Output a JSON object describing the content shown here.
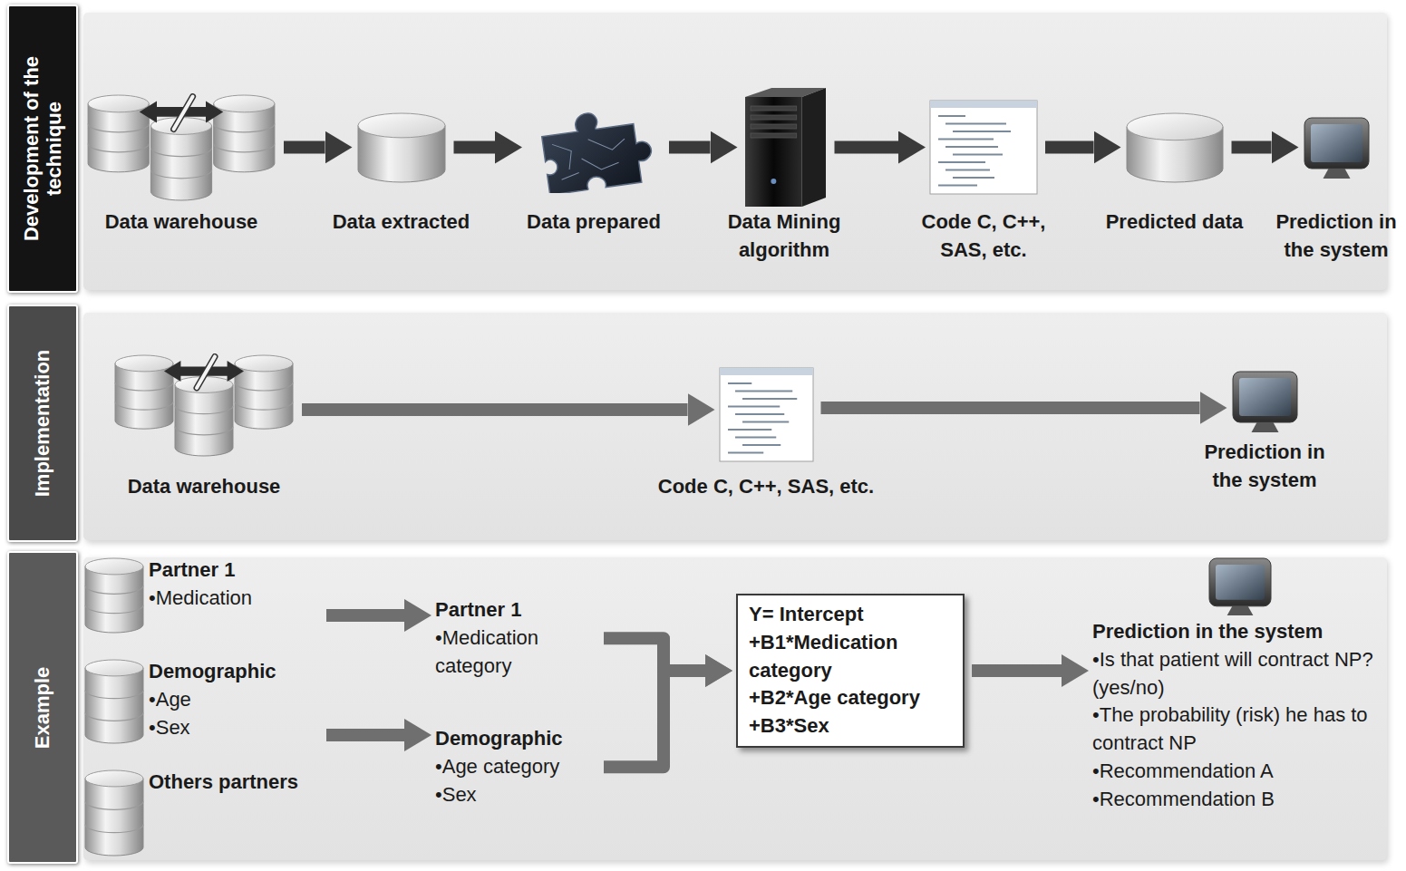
{
  "diagram": {
    "nodes": [
      {
        "text": [
          "Development of the technique"
        ]
      },
      {
        "text": [
          "Data warehouse"
        ],
        "in": 0
      },
      {
        "text": [
          "Data extracted"
        ],
        "in": 0
      },
      {
        "text": [
          "Data prepared"
        ],
        "in": 0
      },
      {
        "text": [
          "Data Mining algorithm"
        ],
        "in": 0
      },
      {
        "text": [
          "Code C, C++, SAS, etc."
        ],
        "in": 0
      },
      {
        "text": [
          "Predicted data"
        ],
        "in": 0
      },
      {
        "text": [
          "Prediction in the system"
        ],
        "in": 0
      },
      {
        "text": [
          "Implementation"
        ]
      },
      {
        "text": [
          "Data warehouse"
        ],
        "in": 8
      },
      {
        "text": [
          "Code C, C++, SAS, etc."
        ],
        "in": 8
      },
      {
        "text": [
          "Prediction in the system"
        ],
        "in": 8
      },
      {
        "text": [
          "Example"
        ]
      },
      {
        "text": [
          "Partner 1",
          "•Medication"
        ],
        "in": 12
      },
      {
        "text": [
          "Demographic",
          "•Age",
          "•Sex"
        ],
        "in": 12
      },
      {
        "text": [
          "Others partners"
        ],
        "in": 12
      },
      {
        "text": [
          "Partner 1",
          "•Medication category"
        ],
        "in": 12
      },
      {
        "text": [
          "Demographic",
          "•Age category",
          "•Sex"
        ],
        "in": 12
      },
      {
        "text": [
          "Y= Intercept",
          "+B1*Medication category",
          "+B2*Age category",
          "+B3*Sex"
        ],
        "in": 12
      },
      {
        "text": [
          "Prediction in the system",
          "•Is that patient will contract NP? (yes/no)",
          "•The probability (risk) he has to contract NP",
          "•Recommendation A",
          "•Recommendation B"
        ],
        "in": 12
      }
    ],
    "edges": [
      {
        "from": 1,
        "to": 2,
        "arrow": "to"
      },
      {
        "from": 2,
        "to": 3,
        "arrow": "to"
      },
      {
        "from": 3,
        "to": 4,
        "arrow": "to"
      },
      {
        "from": 4,
        "to": 5,
        "arrow": "to"
      },
      {
        "from": 5,
        "to": 6,
        "arrow": "to"
      },
      {
        "from": 6,
        "to": 7,
        "arrow": "to"
      },
      {
        "from": 9,
        "to": 10,
        "arrow": "to"
      },
      {
        "from": 10,
        "to": 11,
        "arrow": "to"
      },
      {
        "from": 13,
        "to": 16,
        "arrow": "to"
      },
      {
        "from": 14,
        "to": 17,
        "arrow": "to"
      },
      {
        "from": 16,
        "to": 18,
        "arrow": "to"
      },
      {
        "from": 17,
        "to": 18,
        "arrow": "to"
      },
      {
        "from": 18,
        "to": 19,
        "arrow": "to"
      }
    ]
  }
}
